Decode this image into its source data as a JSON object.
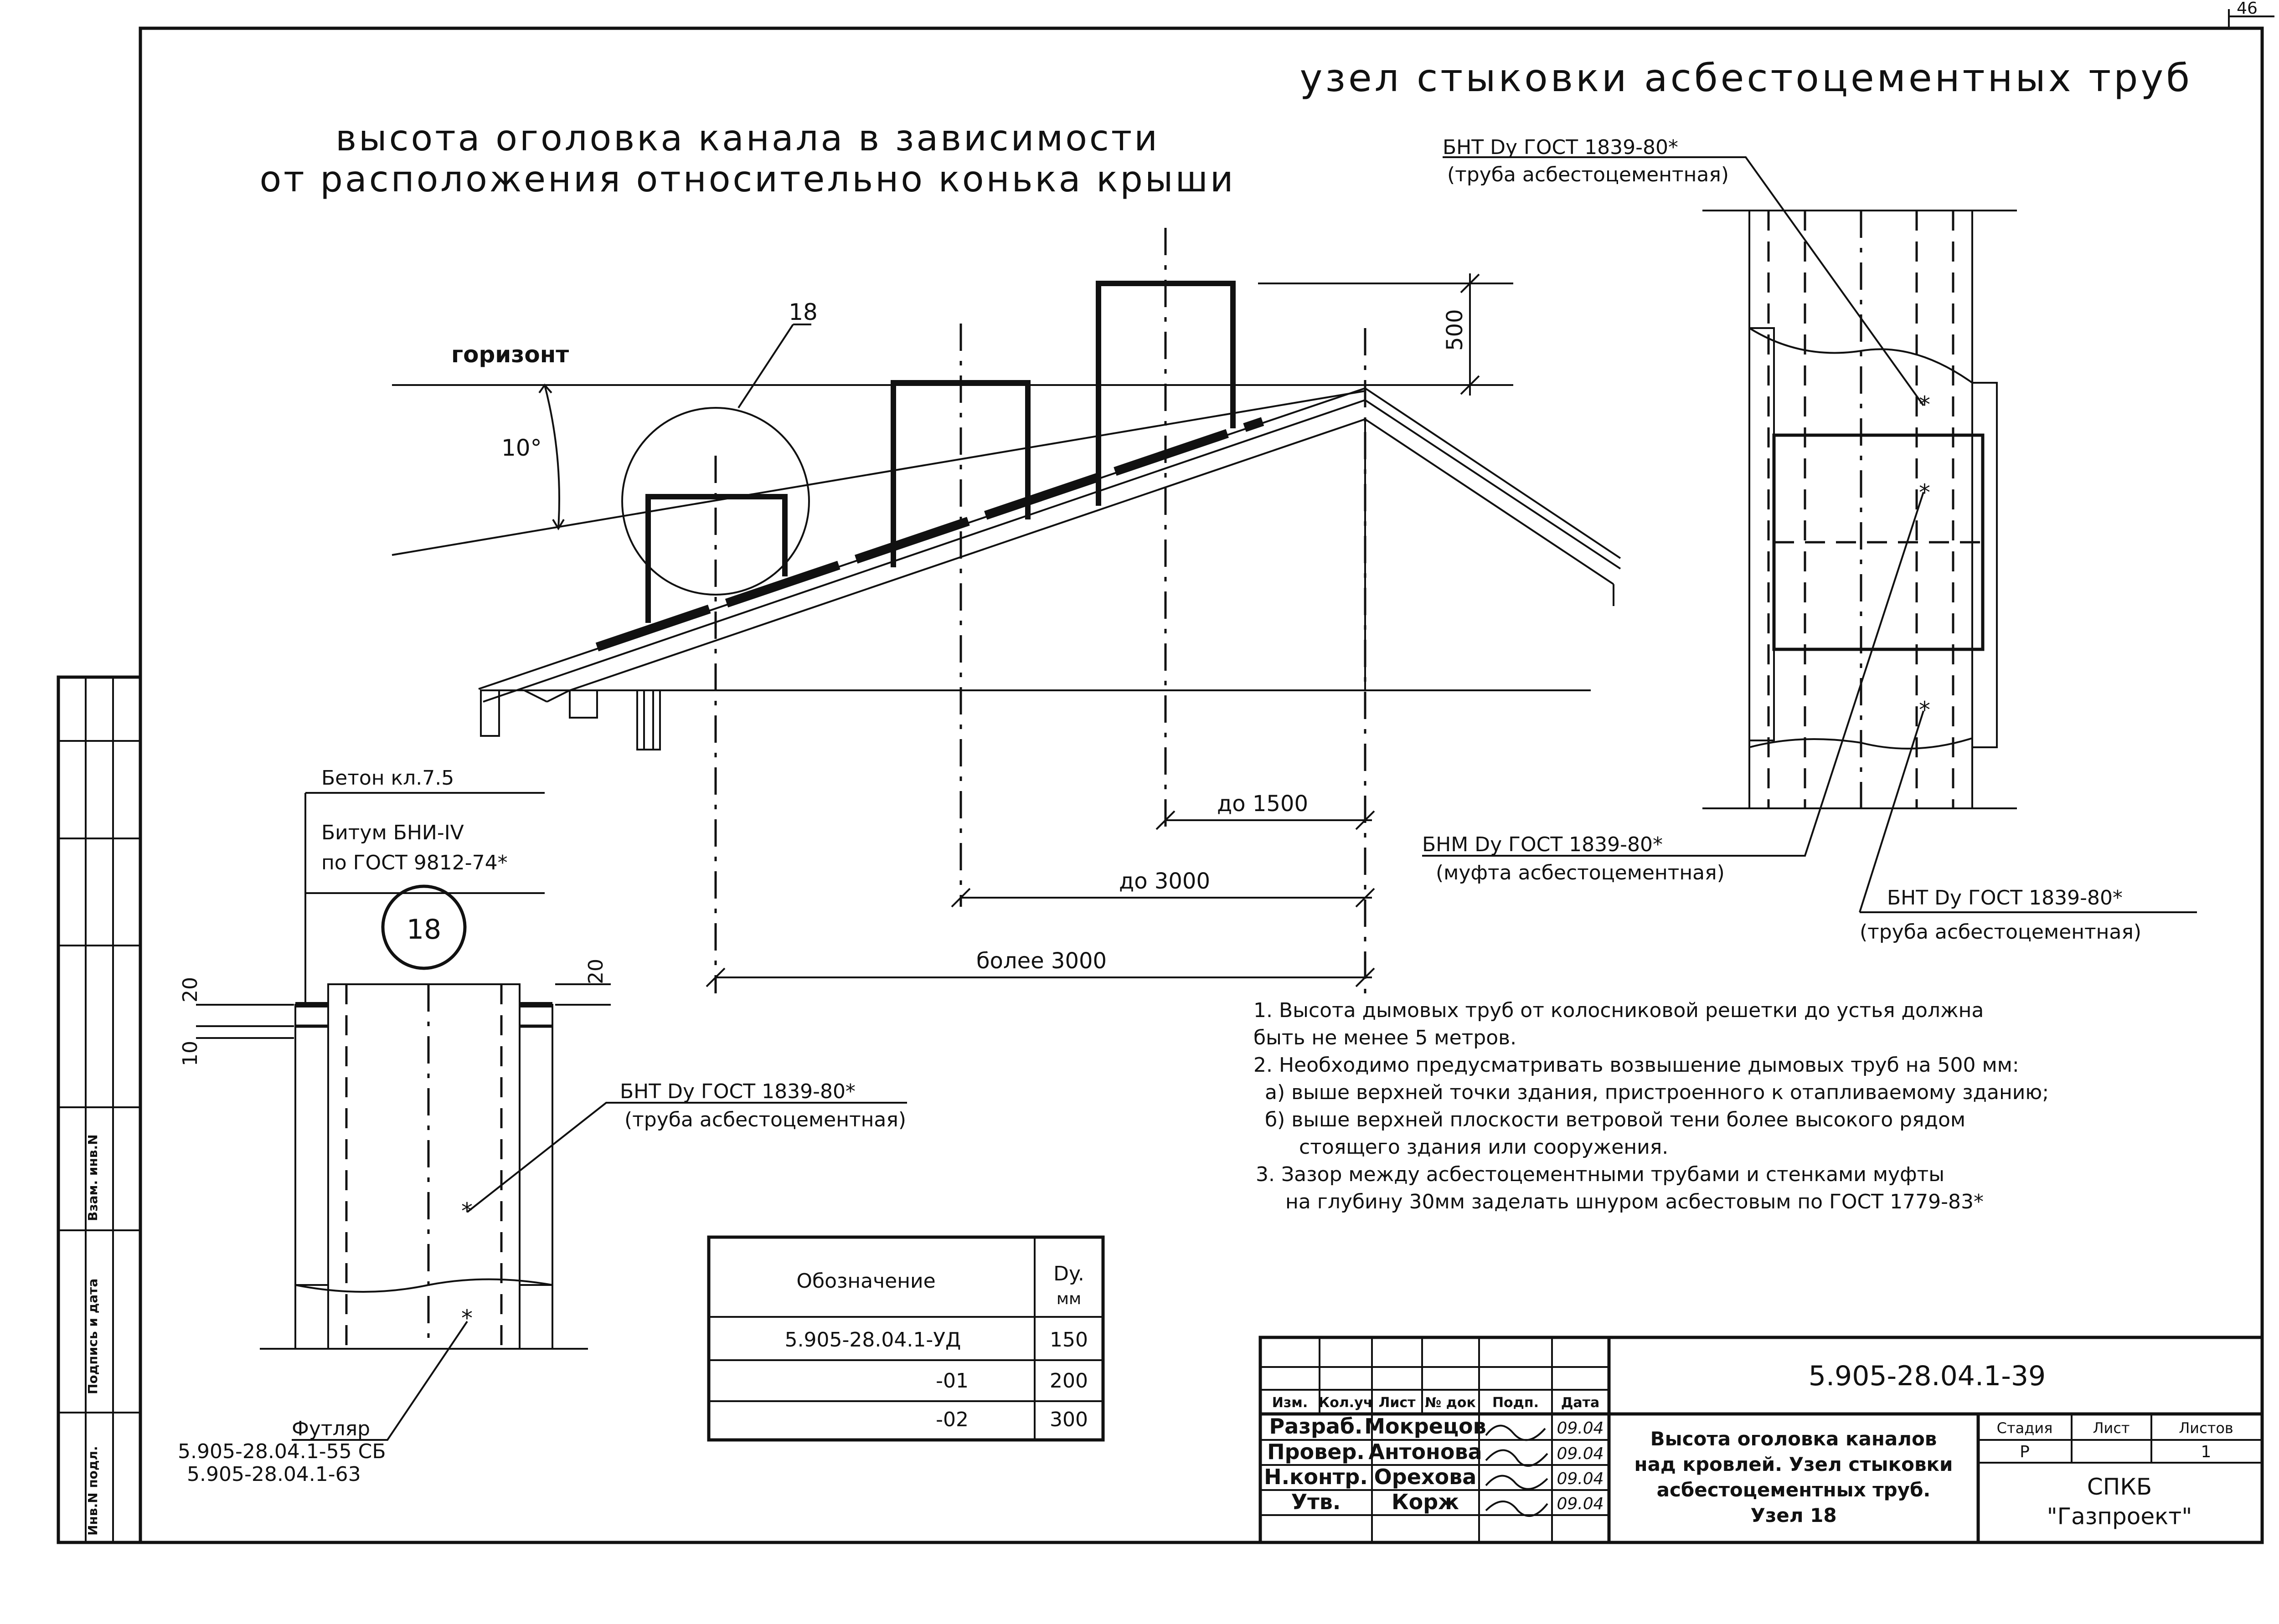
{
  "sheet_number": "46",
  "title_main": "узел стыковки асбестоцементных труб",
  "title_secondary": [
    "высота оголовка канала в зависимости",
    "от расположения относительно конька крыши"
  ],
  "roof_diagram": {
    "horizon_label": "горизонт",
    "angle_label": "10°",
    "callout_number": "18",
    "dim_500": "500",
    "dim_to_1500": "до 1500",
    "dim_to_3000": "до 3000",
    "dim_more_3000": "более 3000"
  },
  "joint_detail": {
    "label_top": [
      "БНТ Dy ГОСТ 1839-80*",
      "(труба асбестоцементная)"
    ],
    "label_middle": [
      "БНМ Dy ГОСТ 1839-80*",
      "(муфта асбестоцементная)"
    ],
    "label_bottom": [
      "БНТ Dy ГОСТ 1839-80*",
      "(труба асбестоцементная)"
    ]
  },
  "node_detail": {
    "node_number": "18",
    "concrete": "Бетон кл.7.5",
    "bitumen": [
      "Битум БНИ-IV",
      "по ГОСТ 9812-74*"
    ],
    "pipe_label": [
      "БНТ Dy ГОСТ 1839-80*",
      "(труба асбестоцементная)"
    ],
    "case_label": [
      "Футляр",
      "5.905-28.04.1-55 СБ",
      "5.905-28.04.1-63"
    ],
    "dim_20_left": "20",
    "dim_10": "10",
    "dim_20_right": "20"
  },
  "notes": [
    "1. Высота дымовых труб от колосниковой решетки до устья должна",
    "быть не менее 5 метров.",
    "2. Необходимо предусматривать возвышение дымовых труб на 500 мм:",
    "а) выше верхней точки здания, пристроенного к отапливаемому зданию;",
    "б) выше верхней плоскости ветровой тени более высокого рядом",
    "стоящего здания или сооружения.",
    "3. Зазор между асбестоцементными трубами и стенками муфты",
    "на глубину 30мм заделать шнуром асбестовым по ГОСТ 1779-83*"
  ],
  "spec_table": {
    "headers": [
      "Обозначение",
      "Dy.",
      "мм"
    ],
    "rows": [
      {
        "designation": "5.905-28.04.1-УД",
        "dy": "150"
      },
      {
        "designation": "-01",
        "dy": "200"
      },
      {
        "designation": "-02",
        "dy": "300"
      }
    ]
  },
  "title_block": {
    "doc_code": "5.905-28.04.1-39",
    "header_cols": [
      "Изм.",
      "Кол.уч",
      "Лист",
      "№ док",
      "Подп.",
      "Дата"
    ],
    "signers": [
      {
        "role": "Разраб.",
        "name": "Мокрецов",
        "date": "09.04"
      },
      {
        "role": "Провер.",
        "name": "Антонова",
        "date": "09.04"
      },
      {
        "role": "Н.контр.",
        "name": "Орехова",
        "date": "09.04"
      },
      {
        "role": "Утв.",
        "name": "Корж",
        "date": "09.04"
      }
    ],
    "doc_title": [
      "Высота оголовка каналов",
      "над кровлей. Узел стыковки",
      "асбестоцементных труб.",
      "Узел 18"
    ],
    "stage_header": "Стадия",
    "sheet_header": "Лист",
    "sheets_header": "Листов",
    "stage": "Р",
    "sheets": "1",
    "org": [
      "СПКБ",
      "\"Газпроект\""
    ]
  },
  "side_stamp": {
    "field_1": "Взам. инв.N",
    "field_2": "Подпись и дата",
    "field_3": "Инв.N подл."
  }
}
